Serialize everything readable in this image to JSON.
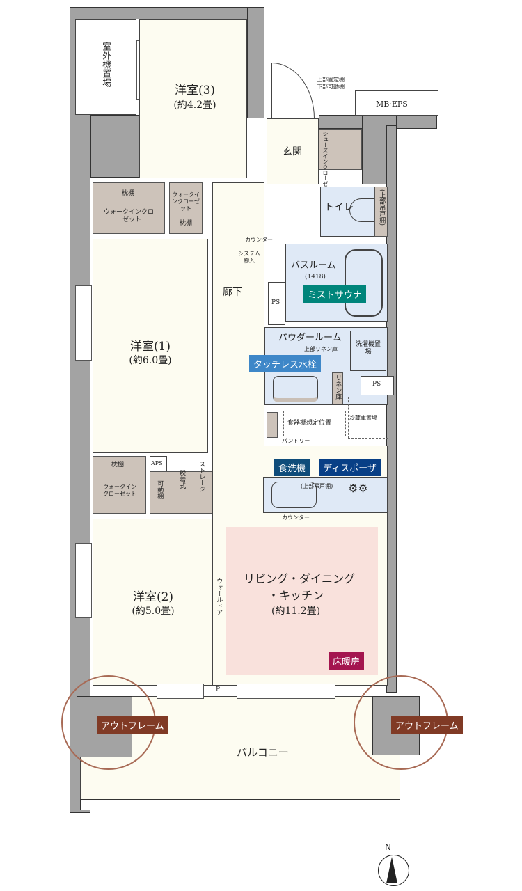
{
  "rooms": {
    "room3": {
      "name": "洋室(3)",
      "size": "(約4.2畳)"
    },
    "room1": {
      "name": "洋室(1)",
      "size": "(約6.0畳)"
    },
    "room2": {
      "name": "洋室(2)",
      "size": "(約5.0畳)"
    },
    "ldk": {
      "name1": "リビング・ダイニング",
      "name2": "・キッチン",
      "size": "(約11.2畳)"
    },
    "entrance": "玄関",
    "hallway": "廊下",
    "toilet": "トイレ",
    "bath": {
      "name": "バスルーム",
      "size": "(1418)"
    },
    "powder": "パウダールーム",
    "balcony": "バルコニー",
    "outdoor_unit": "室外機置場",
    "mb_eps": "MB·EPS"
  },
  "storage": {
    "shoe_shelf_note1": "上部固定棚",
    "shoe_shelf_note2": "下部可動棚",
    "shoe_closet": "シューズインクローゼット",
    "toilet_cabinet": "(上部吊戸棚)",
    "pillow_shelf": "枕棚",
    "wic": "ウォークインクローゼット",
    "wic_small": "ウォークインクローゼット",
    "pillow_shelf2": "枕棚",
    "pillow_shelf3": "枕棚",
    "wic3": "ウォークインクローゼット",
    "aps": "APS",
    "movable_shelf": "可動棚",
    "removable": "脱着式",
    "storage_label": "ストレージ",
    "counter": "カウンター",
    "system_storage": "システム物入",
    "ps1": "PS",
    "ps2": "PS",
    "linen_upper": "上部リネン庫",
    "linen": "リネン庫",
    "washer": "洗濯機置場",
    "fridge": "冷蔵庫置場",
    "cupboard": "食器棚想定位置",
    "pantry": "パントリー",
    "kitchen_upper": "(上部吊戸棚)",
    "kitchen_counter": "カウンター",
    "walldoor": "ウォールドア",
    "p": "P"
  },
  "tags": {
    "mist_sauna": "ミストサウナ",
    "touchless": "タッチレス水栓",
    "dishwasher": "食洗機",
    "disposer": "ディスポーザ",
    "floor_heating": "床暖房",
    "outframe_left": "アウトフレーム",
    "outframe_right": "アウトフレーム"
  },
  "colors": {
    "teal": "#00857b",
    "blue": "#3e87c8",
    "navy": "#083f86",
    "darkblue": "#0f4c7a",
    "crimson": "#a4154f",
    "outframe": "#803a25"
  },
  "compass": "N"
}
